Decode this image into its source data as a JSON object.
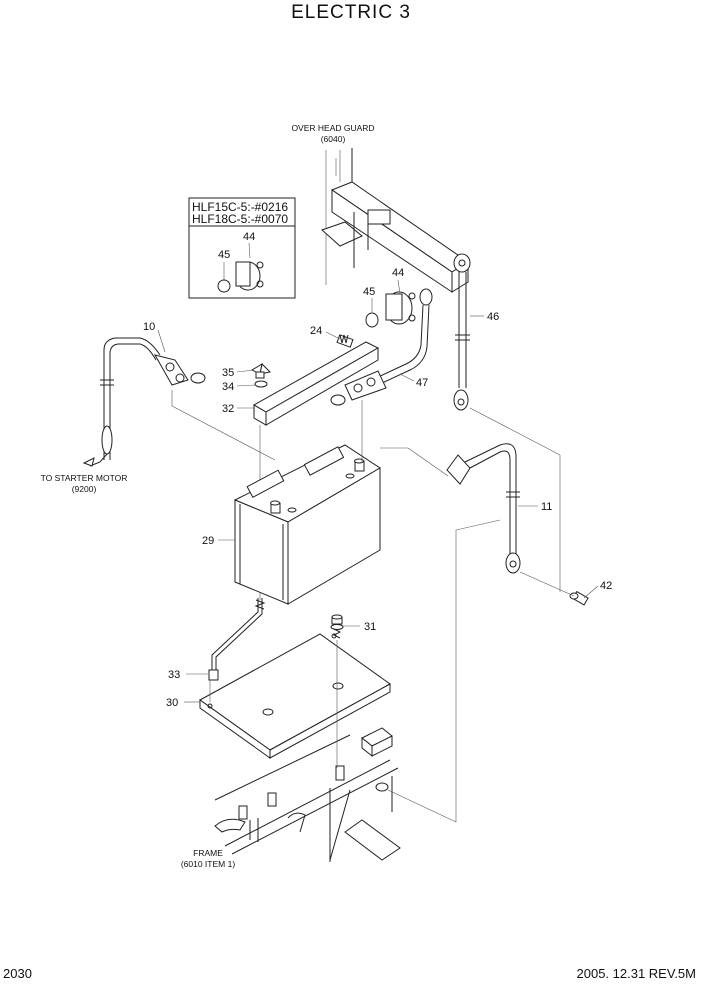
{
  "title": "ELECTRIC 3",
  "references": {
    "over_head_guard": "OVER HEAD GUARD",
    "over_head_guard_code": "(6040)",
    "starter_motor": "TO STARTER MOTOR",
    "starter_motor_code": "(9200)",
    "frame": "FRAME",
    "frame_code": "(6010 ITEM 1)"
  },
  "inset_box": {
    "line1": "HLF15C-5:-#0216",
    "line2": "HLF18C-5:-#0070",
    "callout_a": "44",
    "callout_b": "45"
  },
  "callouts": {
    "c10": "10",
    "c24": "24",
    "c35": "35",
    "c34": "34",
    "c32": "32",
    "c44": "44",
    "c45": "45",
    "c46": "46",
    "c47": "47",
    "c29": "29",
    "c11": "11",
    "c42": "42",
    "c31": "31",
    "c33": "33",
    "c30": "30"
  },
  "footer": {
    "page_number": "2030",
    "revision": "2005. 12.31  REV.5M"
  }
}
